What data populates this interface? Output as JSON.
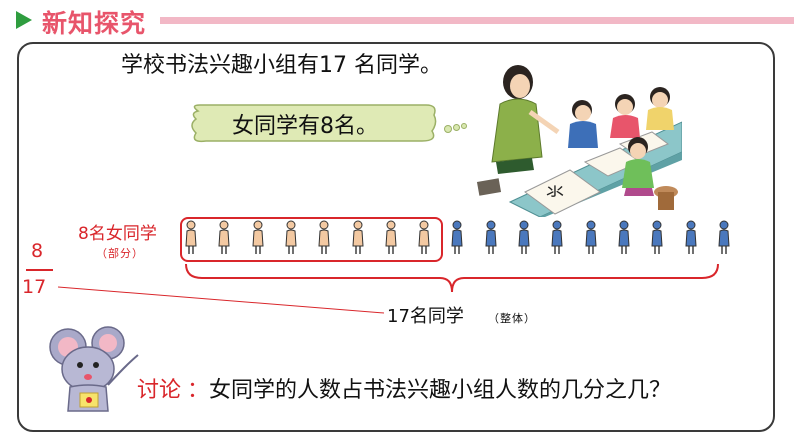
{
  "header": {
    "title": "新知探究"
  },
  "problem": {
    "intro": "学校书法兴趣小组有17 名同学。",
    "speech": "女同学有8名。"
  },
  "diagram": {
    "girls_label": "8名女同学",
    "part_label": "（部分）",
    "fraction": {
      "numerator": "8",
      "denominator": "17"
    },
    "total_label": "17名同学",
    "whole_label": "（整体）",
    "girls_count": 8,
    "boys_count": 9,
    "colors": {
      "girl": "#f3c9a2",
      "boy": "#4a78bd",
      "accent": "#d9262b",
      "header": "#e8556b",
      "triangle": "#2f9d3f"
    }
  },
  "discussion": {
    "label": "讨论",
    "separator": "：",
    "question": "女同学的人数占书法兴趣小组人数的几分之几？"
  },
  "icons": [
    "play-triangle-icon",
    "teacher-illustration",
    "mouse-mascot-icon",
    "girl-figure-icon",
    "boy-figure-icon"
  ]
}
